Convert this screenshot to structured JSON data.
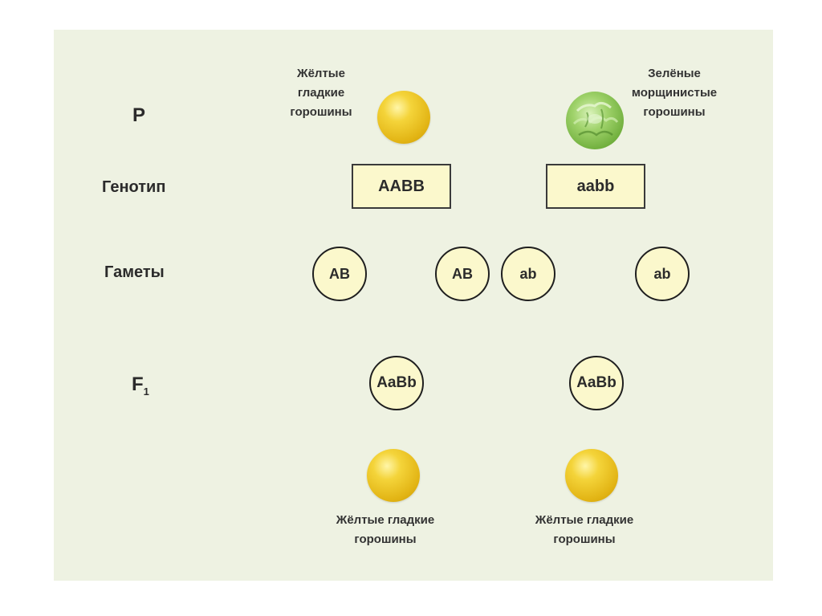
{
  "rows": {
    "p_label": "P",
    "genotype_label": "Генотип",
    "gametes_label": "Гаметы",
    "f1_label_main": "F",
    "f1_label_sub": "1"
  },
  "parents": {
    "left_caption": [
      "Жёлтые",
      "гладкие",
      "горошины"
    ],
    "right_caption": [
      "Зелёные",
      "морщинистые",
      "горошины"
    ],
    "left_genotype": "AABB",
    "right_genotype": "aabb"
  },
  "gametes": [
    "AB",
    "AB",
    "ab",
    "ab"
  ],
  "f1": {
    "genotypes": [
      "AaBb",
      "AaBb"
    ],
    "left_caption": [
      "Жёлтые гладкие",
      "горошины"
    ],
    "right_caption": [
      "Жёлтые гладкие",
      "горошины"
    ]
  },
  "colors": {
    "background": "#eef2e2",
    "box_fill": "#fbf8cc",
    "yellow_pea": "#e8c020",
    "green_pea": "#7cb848"
  }
}
